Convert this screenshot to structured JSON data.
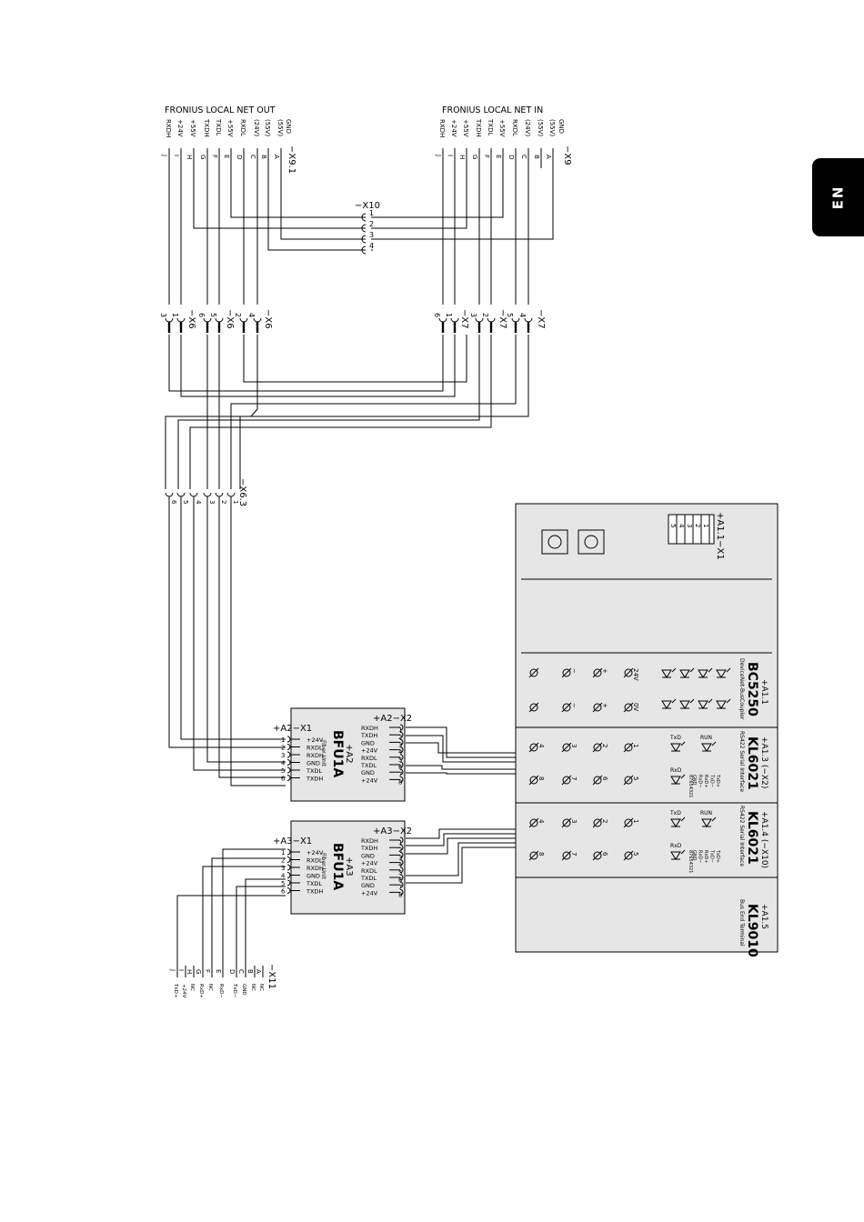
{
  "page": {
    "tab_label": "EN"
  },
  "net_out": {
    "title": "FRONIUS  LOCAL  NET  OUT",
    "connector": "−X9.1",
    "signals": [
      "RXDH",
      "+24V",
      "+55V",
      "TXDH",
      "TXDL",
      "+55V",
      "RXDL",
      "(24V)",
      "(55V)",
      "(55V)",
      "GND"
    ],
    "pins": [
      "J",
      "I",
      "H",
      "G",
      "F",
      "E",
      "D",
      "C",
      "B",
      "A"
    ]
  },
  "net_in": {
    "title": "FRONIUS  LOCAL  NET  IN",
    "connector": "−X9",
    "signals": [
      "RXDH",
      "+24V",
      "+55V",
      "TXDH",
      "TXDL",
      "+55V",
      "RXDL",
      "(24V)",
      "(55V)",
      "(55V)",
      "GND"
    ],
    "pins": [
      "J",
      "I",
      "H",
      "G",
      "F",
      "E",
      "D",
      "C",
      "B",
      "A"
    ]
  },
  "x10": {
    "label": "−X10",
    "pins": [
      "1",
      "2",
      "3",
      "4"
    ]
  },
  "x6_left": {
    "labels": [
      "−X6",
      "−X6",
      "−X6"
    ],
    "pins": [
      "3",
      "1",
      "6",
      "5",
      "2",
      "4"
    ]
  },
  "x7_right": {
    "labels": [
      "−X7",
      "−X7",
      "−X7"
    ],
    "pins": [
      "6",
      "1",
      "3",
      "2",
      "5",
      "4"
    ]
  },
  "x63": {
    "label": "−X6.3",
    "pins": [
      "6",
      "5",
      "4",
      "3",
      "2",
      "1"
    ]
  },
  "x11": {
    "label": "−X11",
    "pins": [
      "J",
      "I",
      "H",
      "G",
      "F",
      "E",
      "D",
      "C",
      "B",
      "A"
    ],
    "signals": [
      "TxD+",
      "+24V",
      "NC",
      "RxD+",
      "NC",
      "RxD−",
      "TxD−",
      "GND",
      "NC",
      "NC"
    ]
  },
  "bfu_a2": {
    "name": "BFU1A",
    "ref": "+A2",
    "sub": "Fiber Unit",
    "x1_label": "+A2−X1",
    "x2_label": "+A2−X2",
    "x1_signals": [
      "+24V",
      "RXDL",
      "RXDH",
      "GND",
      "TXDL",
      "TXDH"
    ],
    "x1_pins": [
      "1",
      "2",
      "3",
      "4",
      "5",
      "6"
    ],
    "x2_signals": [
      "RXDH",
      "TXDH",
      "GND",
      "+24V",
      "RXDL",
      "TXDL",
      "GND",
      "+24V"
    ],
    "x2_pins": [
      "1",
      "2",
      "3",
      "4",
      "5",
      "6",
      "7",
      "8"
    ]
  },
  "bfu_a3": {
    "name": "BFU1A",
    "ref": "+A3",
    "sub": "Fiber Unit",
    "x1_label": "+A3−X1",
    "x2_label": "+A3−X2",
    "x1_signals": [
      "+24V",
      "RXDL",
      "RXDH",
      "GND",
      "TXDL",
      "TXDH"
    ],
    "x1_pins": [
      "1",
      "2",
      "3",
      "4",
      "5",
      "6"
    ],
    "x2_signals": [
      "RXDH",
      "TXDH",
      "GND",
      "+24V",
      "RXDL",
      "TXDL",
      "GND",
      "+24V"
    ],
    "x2_pins": [
      "1",
      "2",
      "3",
      "4",
      "5",
      "6",
      "7",
      "8"
    ]
  },
  "rack": {
    "x1_label": "+A1.1−X1",
    "x1_pins": [
      "1",
      "2",
      "3",
      "4",
      "5"
    ],
    "bc5250": {
      "ref": "+A1.1",
      "name": "BC5250",
      "desc": "DeviceNet-BusCoupler",
      "term_top": [
        "⊘",
        "⊘ −",
        "⊘ +",
        "⊘ 24V"
      ],
      "term_bottom": [
        "⊘",
        "⊘ −",
        "⊘ +",
        "⊘ 0V"
      ]
    },
    "kl6021_a": {
      "ref": "+A1.3 (−X2)",
      "name": "KL6021",
      "desc": "RS422 Serial Interface",
      "pins_top": [
        "4",
        "3",
        "2",
        "1"
      ],
      "pins_bottom": [
        "8",
        "7",
        "6",
        "5"
      ],
      "led_top": [
        "TxD",
        "RUN"
      ],
      "led_bottom": [
        "RxD"
      ],
      "sig_cols": [
        "GND",
        "RxD−",
        "RxD+",
        "TxD−",
        "TxD+"
      ],
      "sig_nums": [
        "8",
        "7",
        "6",
        "5",
        "4",
        "3",
        "2",
        "1"
      ]
    },
    "kl6021_b": {
      "ref": "+A1.4 (−X10)",
      "name": "KL6021",
      "desc": "RS422 Serial Interface",
      "pins_top": [
        "4",
        "3",
        "2",
        "1"
      ],
      "pins_bottom": [
        "8",
        "7",
        "6",
        "5"
      ],
      "led_top": [
        "TxD",
        "RUN"
      ],
      "led_bottom": [
        "RxD"
      ],
      "sig_cols": [
        "GND",
        "RxD−",
        "RxD+",
        "TxD−",
        "TxD+"
      ],
      "sig_nums": [
        "8",
        "7",
        "6",
        "5",
        "4",
        "3",
        "2",
        "1"
      ]
    },
    "kl9010": {
      "ref": "+A1.5",
      "name": "KL9010",
      "desc": "Bus End Terminal"
    }
  }
}
